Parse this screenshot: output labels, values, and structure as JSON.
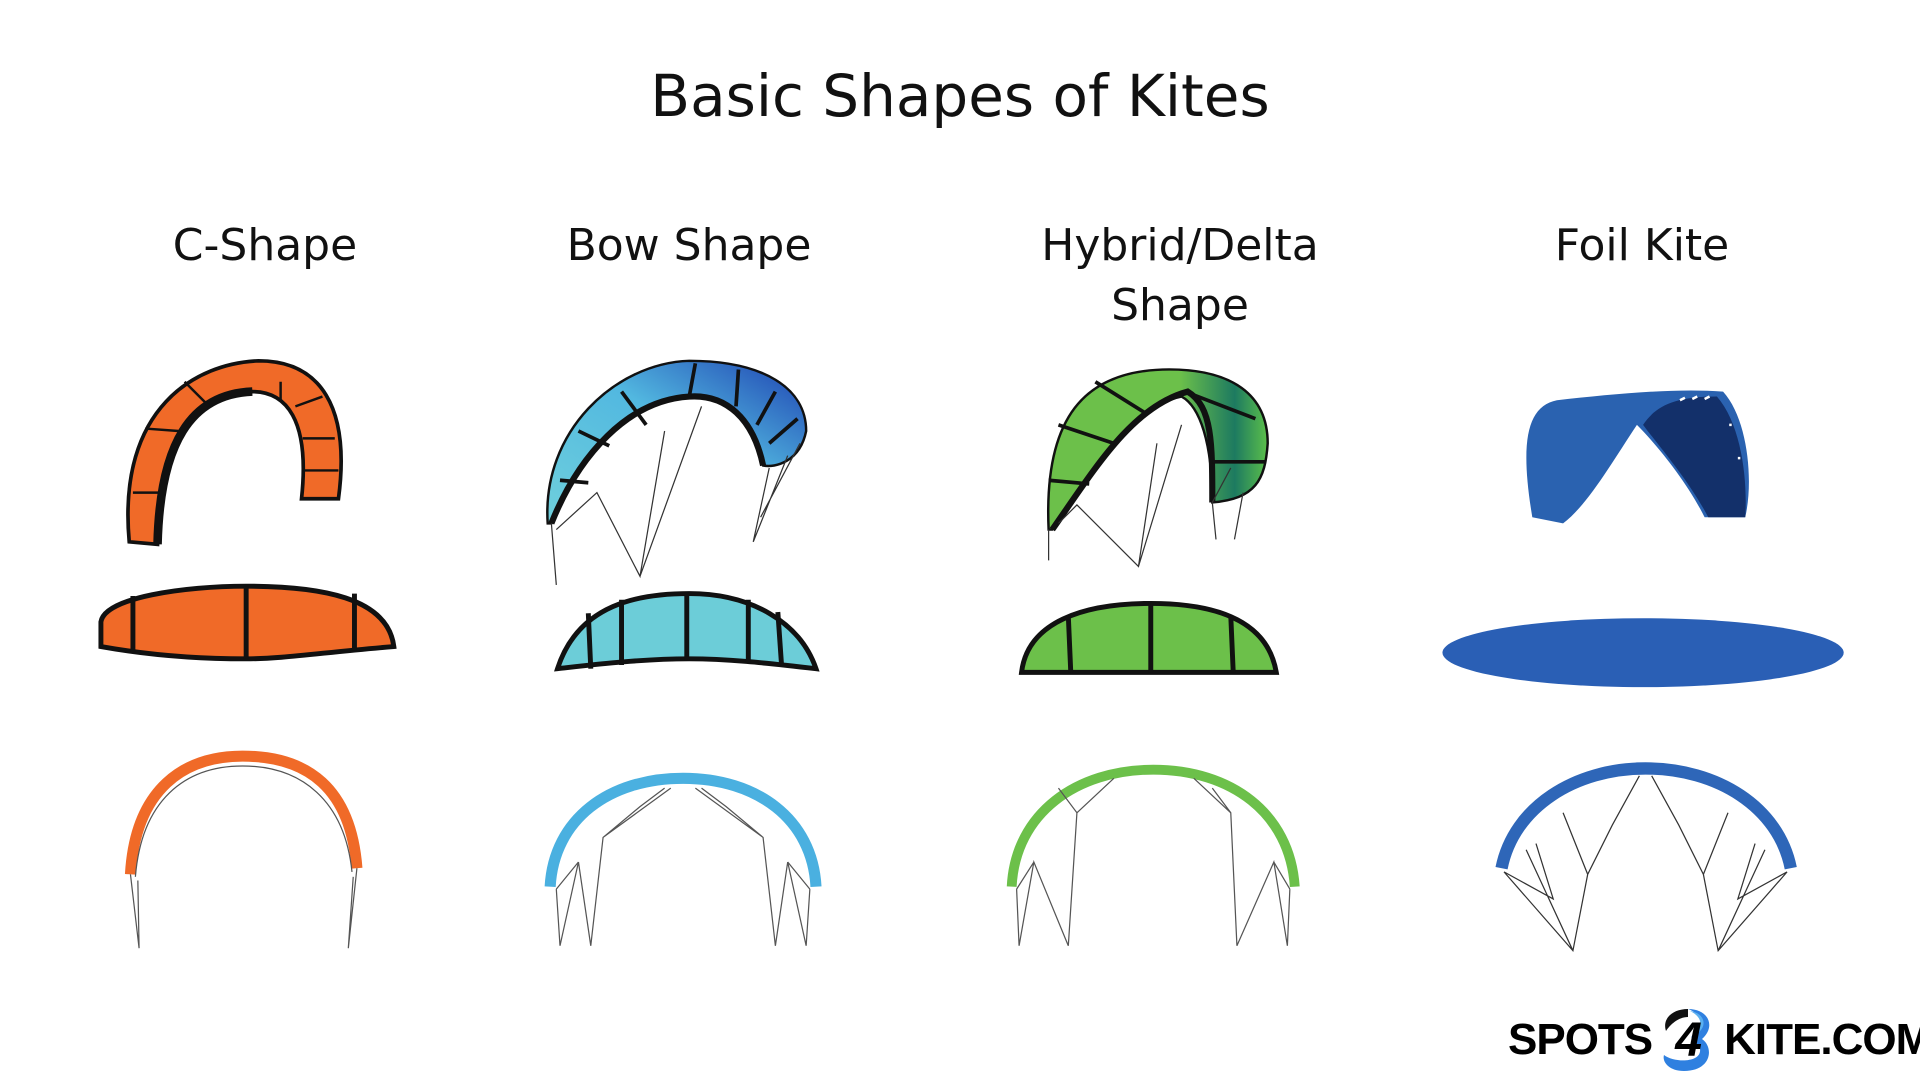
{
  "title": "Basic Shapes of Kites",
  "columns": [
    {
      "label": "C-Shape",
      "color": "#f06a28"
    },
    {
      "label": "Bow Shape",
      "color": "#6ccdd8"
    },
    {
      "label": "Hybrid/Delta Shape",
      "color": "#6cc04a"
    },
    {
      "label": "Foil Kite",
      "color": "#2a62b0"
    }
  ],
  "logo": {
    "left": "SPOTS",
    "middle": "4",
    "right": "KITE.COM",
    "colors": [
      "#000000",
      "#2f80e0",
      "#5ab0f0"
    ]
  }
}
